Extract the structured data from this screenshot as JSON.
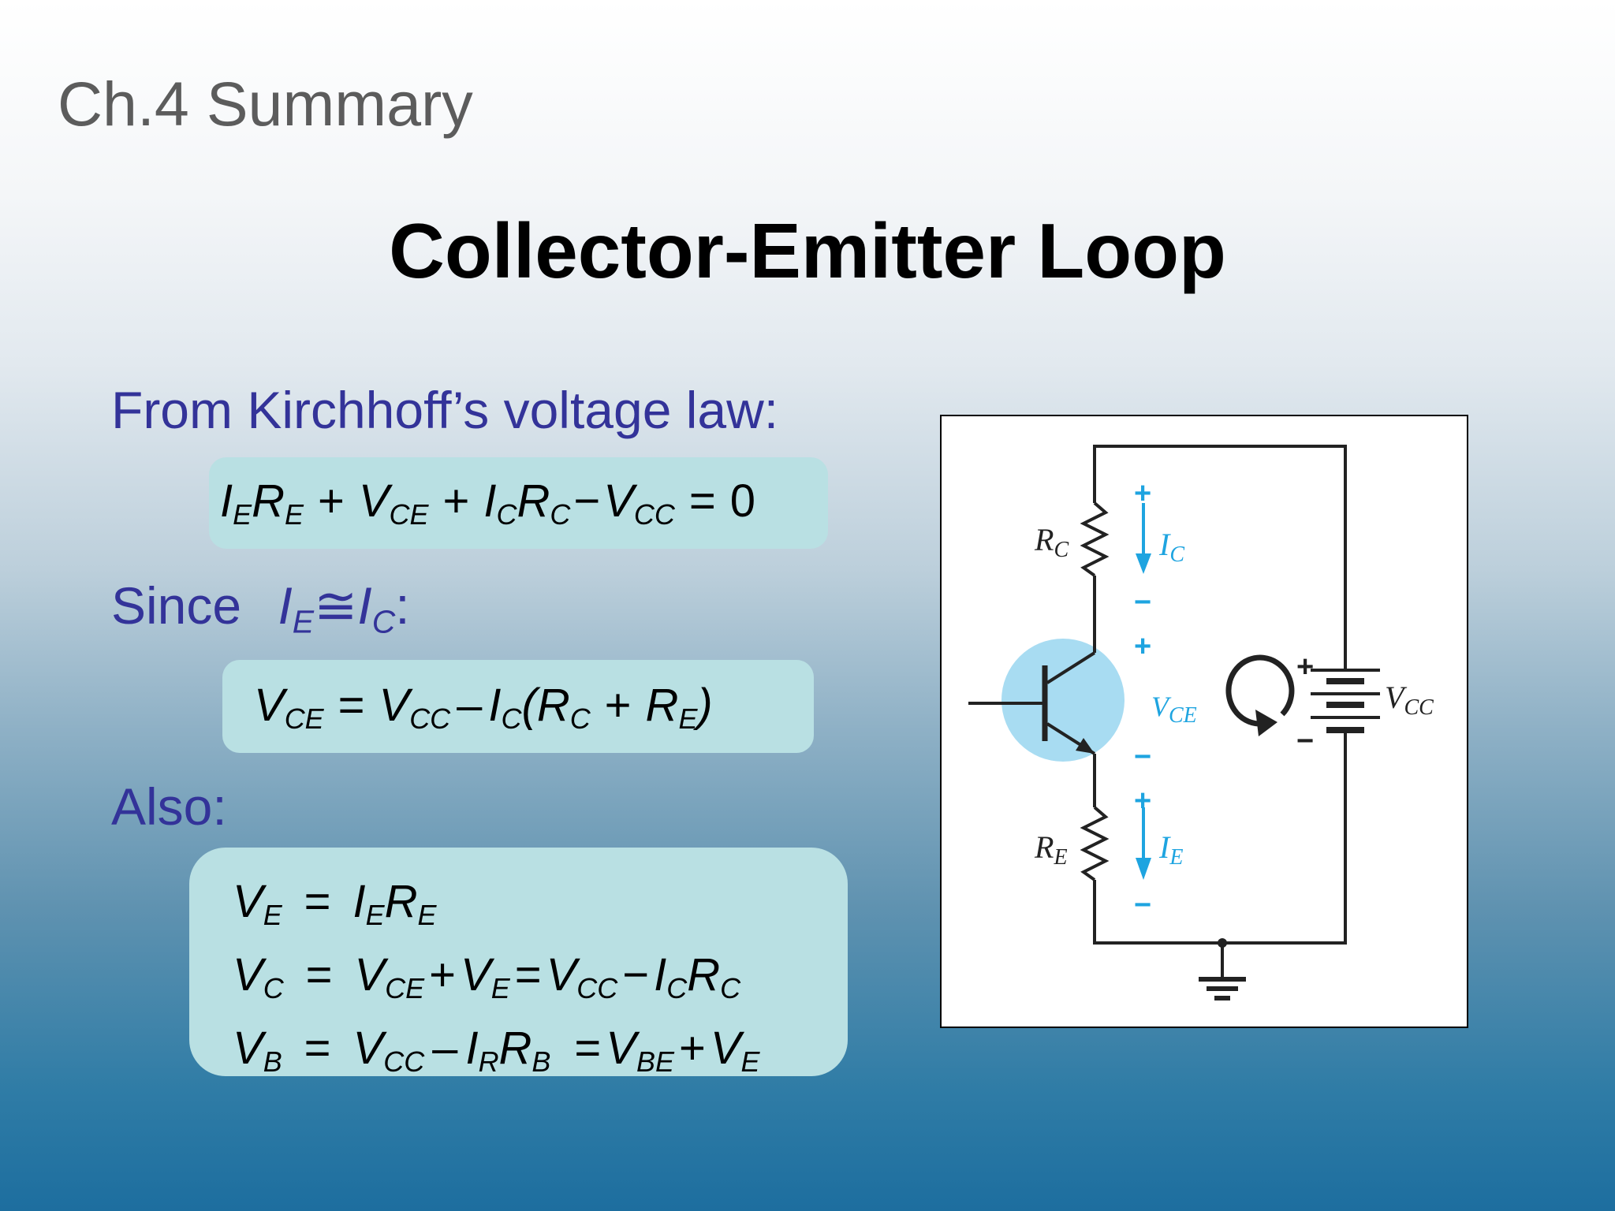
{
  "slide": {
    "chapter": "Ch.4 Summary",
    "title": "Collector-Emitter Loop",
    "kvl_intro": "From Kirchhoff’s voltage law:",
    "since_text": "Since",
    "since_math": "I_E ≅ I_C",
    "also_text": "Also:"
  },
  "equations": {
    "kvl": "I_E R_E + V_CE + I_C R_C − V_CC = 0",
    "vce": "V_CE = V_CC − I_C(R_C + R_E)",
    "ve": "V_E = I_E R_E",
    "vc": "V_C = V_CE + V_E = V_CC − I_C R_C",
    "vb": "V_B = V_CC − I_R R_B = V_BE + V_E"
  },
  "circuit": {
    "rc_label": "R_C",
    "re_label": "R_E",
    "ic_label": "I_C",
    "ie_label": "I_E",
    "vce_label": "V_CE",
    "vcc_label": "V_CC",
    "plus": "+",
    "minus": "−"
  },
  "colors": {
    "heading_blue": "#333399",
    "equation_box": "#b9e0e3",
    "arrow_blue": "#1ea4e0",
    "transistor_highlight": "#a8dcf2"
  }
}
